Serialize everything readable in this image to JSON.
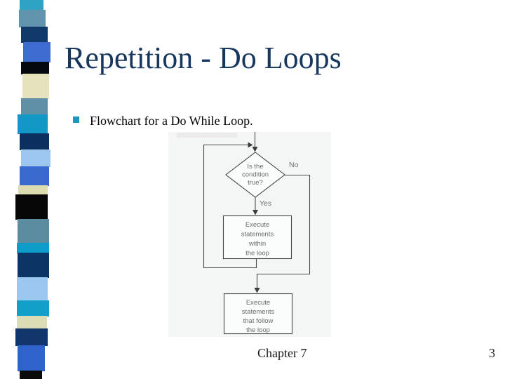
{
  "slide": {
    "title": "Repetition - Do Loops",
    "bullet_text": "Flowchart for a Do While Loop.",
    "footer": {
      "chapter": "Chapter 7",
      "page_number": "3"
    },
    "colors": {
      "title": "#17375E",
      "bullet_square": "#1F97BD",
      "body_text": "#000000",
      "scan_background": "#f3f6f5"
    }
  },
  "decor_strip": {
    "colors": [
      "#2FA3C4",
      "#6293AC",
      "#10396A",
      "#3D6BD0",
      "#05080F",
      "#E5E2BC",
      "#5F90A6",
      "#1397C4",
      "#0B3060",
      "#9CC6EE",
      "#3A6ACE",
      "#DCDCB0",
      "#070707",
      "#5B8CA0",
      "#0E9CC8",
      "#0C3464",
      "#9CC8F0",
      "#12A0C8",
      "#DCDCB4",
      "#12356C",
      "#3064CC",
      "#0A0A0A"
    ]
  },
  "flowchart": {
    "decision": {
      "lines": [
        "Is the",
        "condition",
        "true?"
      ]
    },
    "no_label": "No",
    "yes_label": "Yes",
    "box_within": {
      "lines": [
        "Execute",
        "statements",
        "within",
        "the loop"
      ]
    },
    "box_follow": {
      "lines": [
        "Execute",
        "statements",
        "that follow",
        "the loop"
      ]
    }
  }
}
